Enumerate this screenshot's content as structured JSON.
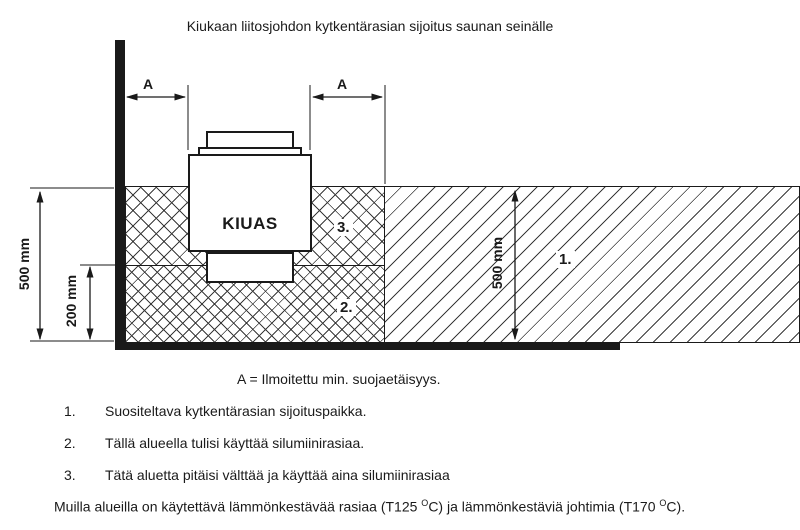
{
  "title": "Kiukaan liitosjohdon kytkentärasian sijoitus saunan seinälle",
  "diagram": {
    "heater_label": "KIUAS",
    "dims": {
      "a_left": "A",
      "a_right": "A",
      "left_500": "500 mm",
      "left_200": "200 mm",
      "zone1_500": "500 mm"
    },
    "zones": {
      "zone1": "1.",
      "zone2": "2.",
      "zone3": "3."
    }
  },
  "legend": {
    "definition": "A = Ilmoitettu min. suojaetäisyys.",
    "items": [
      {
        "num": "1.",
        "text": "Suositeltava kytkentärasian sijoituspaikka."
      },
      {
        "num": "2.",
        "text": "Tällä alueella tulisi käyttää silumiinirasiaa."
      },
      {
        "num": "3.",
        "text": "Tätä aluetta pitäisi välttää ja käyttää aina silumiinirasiaa"
      }
    ],
    "footer": {
      "p1": "Muilla alueilla on käytettävä lämmönkestävää rasiaa (T125 ",
      "s1": "O",
      "p2": "C) ja lämmönkestäviä johtimia (T170 ",
      "s2": "O",
      "p3": "C)."
    }
  }
}
